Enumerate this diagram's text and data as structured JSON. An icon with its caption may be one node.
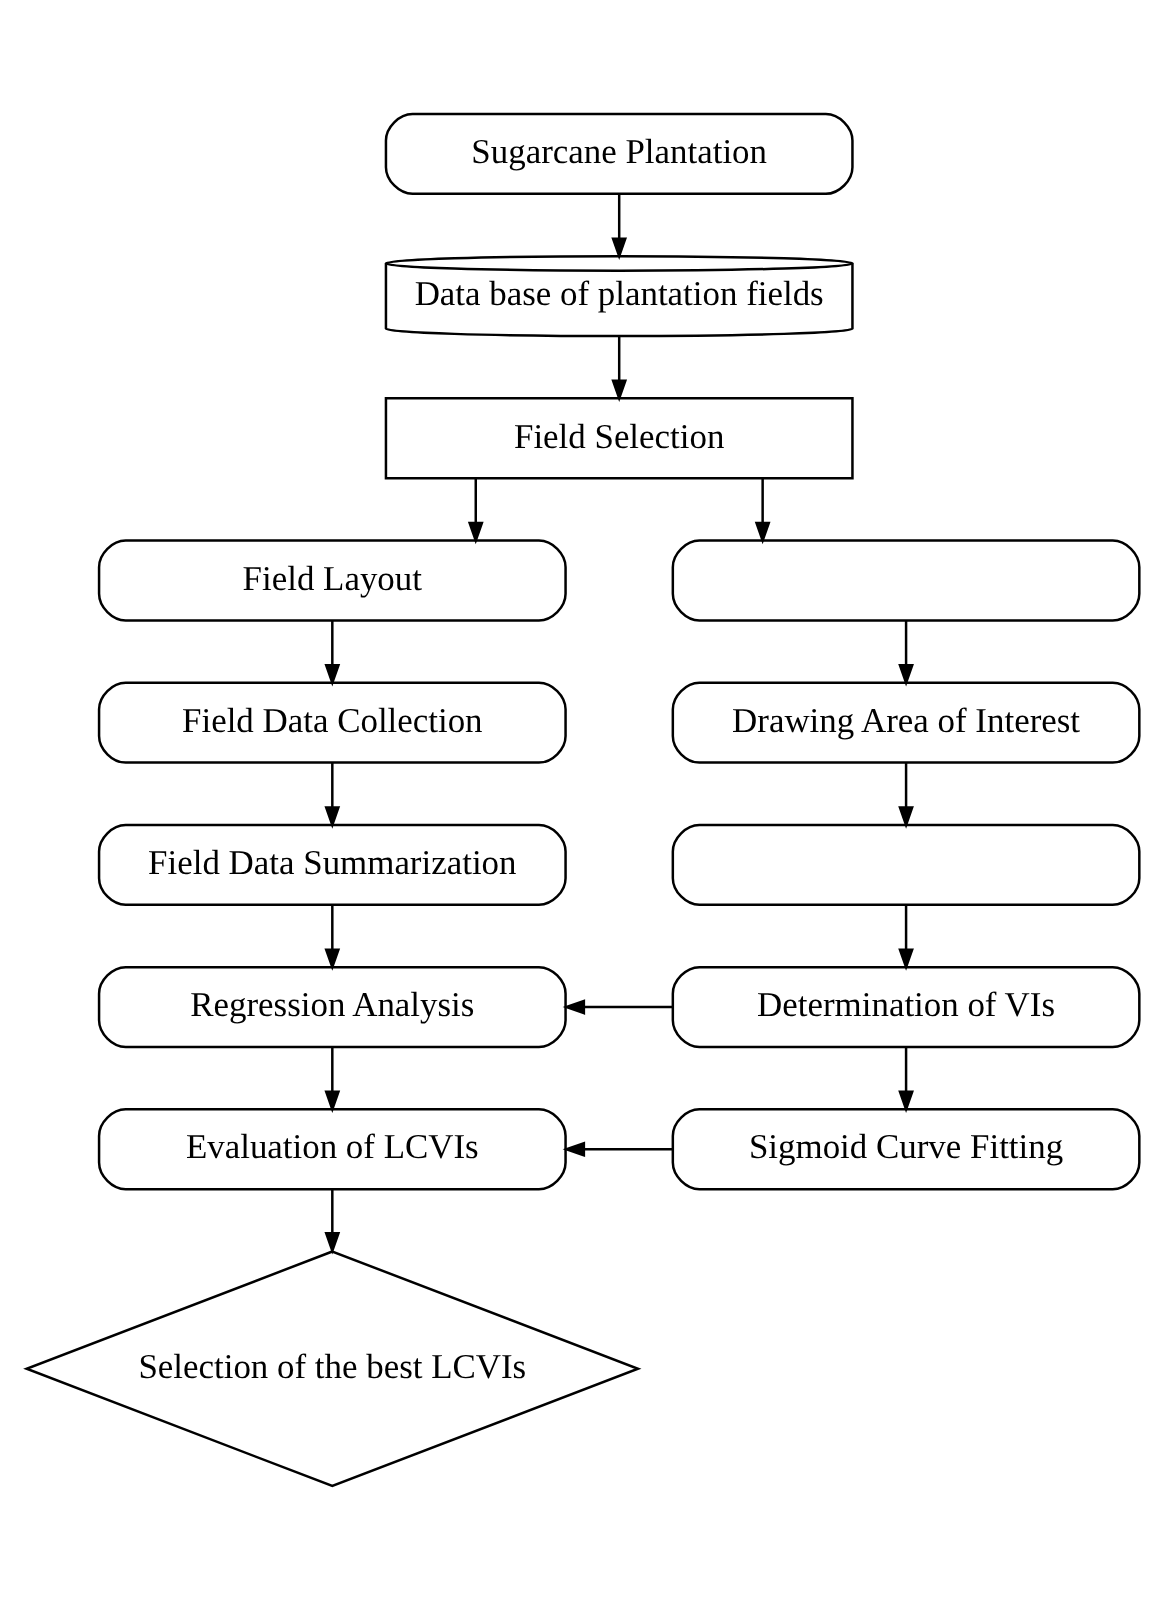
{
  "diagram": {
    "nodes": [
      {
        "text": [
          "Sugarcane Plantation"
        ]
      },
      {
        "text": [
          "Data base of plantation fields"
        ]
      },
      {
        "text": [
          "Field Selection"
        ]
      },
      {
        "text": [
          "Field Layout"
        ]
      },
      {
        "text": [],
        "shape": "box"
      },
      {
        "text": [
          "Field Data Collection"
        ]
      },
      {
        "text": [
          "Drawing Area of Interest"
        ]
      },
      {
        "text": [
          "Field Data Summarization"
        ]
      },
      {
        "text": [],
        "shape": "box"
      },
      {
        "text": [
          "Regression Analysis"
        ]
      },
      {
        "text": [
          "Determination of VIs"
        ]
      },
      {
        "text": [
          "Evaluation of LCVIs"
        ]
      },
      {
        "text": [
          "Sigmoid Curve Fitting"
        ]
      },
      {
        "text": [
          "Selection of the best LCVIs"
        ]
      }
    ],
    "edges": [
      {
        "from": 0,
        "to": 1,
        "arrow": "to"
      },
      {
        "from": 1,
        "to": 2,
        "arrow": "to"
      },
      {
        "from": 2,
        "to": 3,
        "arrow": "to"
      },
      {
        "from": 2,
        "to": 4,
        "arrow": "to"
      },
      {
        "from": 3,
        "to": 5,
        "arrow": "to"
      },
      {
        "from": 5,
        "to": 7,
        "arrow": "to"
      },
      {
        "from": 7,
        "to": 9,
        "arrow": "to"
      },
      {
        "from": 9,
        "to": 11,
        "arrow": "to"
      },
      {
        "from": 11,
        "to": 13,
        "arrow": "to"
      },
      {
        "from": 4,
        "to": 6,
        "arrow": "to"
      },
      {
        "from": 6,
        "to": 8,
        "arrow": "to"
      },
      {
        "from": 8,
        "to": 10,
        "arrow": "to"
      },
      {
        "from": 10,
        "to": 12,
        "arrow": "to"
      },
      {
        "from": 10,
        "to": 9,
        "arrow": "to"
      },
      {
        "from": 12,
        "to": 11,
        "arrow": "to"
      }
    ]
  }
}
